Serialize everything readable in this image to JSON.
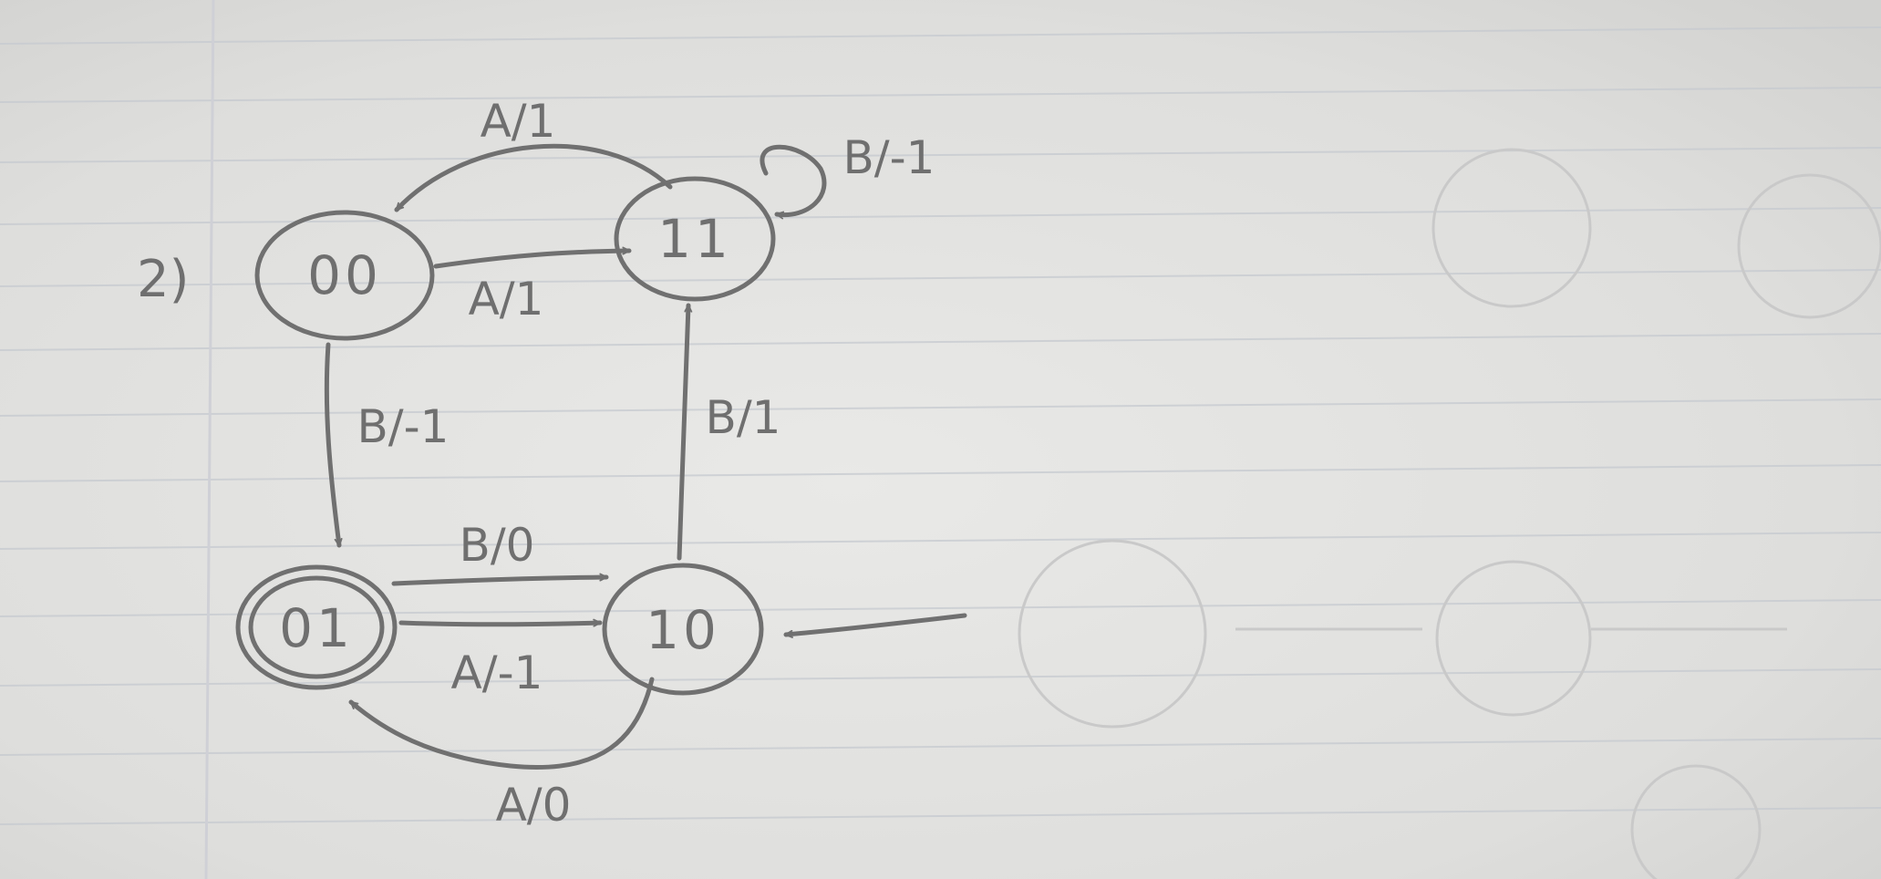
{
  "problem_number": "2)",
  "states": [
    {
      "id": "s00",
      "label": "00"
    },
    {
      "id": "s11",
      "label": "11"
    },
    {
      "id": "s01",
      "label": "01"
    },
    {
      "id": "s10",
      "label": "10"
    }
  ],
  "transitions": [
    {
      "id": "t11_00",
      "from": "11",
      "to": "00",
      "label": "A/1"
    },
    {
      "id": "t00_11",
      "from": "00",
      "to": "11",
      "label": "A/1"
    },
    {
      "id": "t11_11",
      "from": "11",
      "to": "11",
      "label": "B/-1"
    },
    {
      "id": "t00_01",
      "from": "00",
      "to": "01",
      "label": "B/-1"
    },
    {
      "id": "t10_11",
      "from": "10",
      "to": "11",
      "label": "B/1"
    },
    {
      "id": "t01_10b",
      "from": "01",
      "to": "10",
      "label": "B/0"
    },
    {
      "id": "t01_10a",
      "from": "01",
      "to": "10",
      "label": "A/-1"
    },
    {
      "id": "t10_01",
      "from": "10",
      "to": "01",
      "label": "A/0"
    }
  ],
  "start_state": "10",
  "colors": {
    "paper": "#e4e4e2",
    "rule_line": "#c8cbd0",
    "margin_line": "#cfcfd4",
    "pencil": "#707070"
  }
}
